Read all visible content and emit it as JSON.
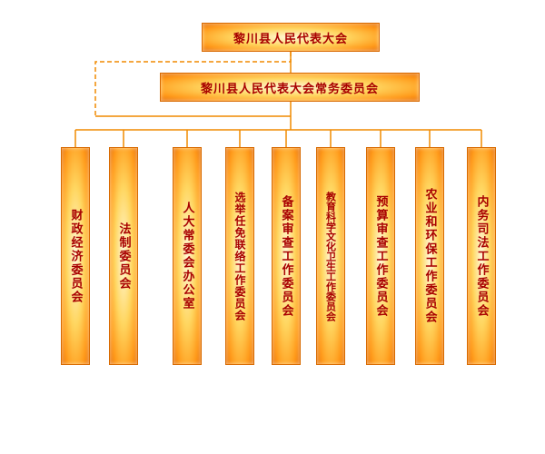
{
  "org": {
    "congress": "黎川县人民代表大会",
    "standing_committee": "黎川县人民代表大会常务委员会",
    "committees": [
      "财政经济委员会",
      "法制委员会",
      "人大常委会办公室",
      "选举任免联络工作委员会",
      "备案审查工作委员会",
      "教育科学文化卫生工作委员会",
      "预算审查工作委员会",
      "农业和环保工作委员会",
      "内务司法工作委员会"
    ]
  },
  "colors": {
    "line": "#f08a00",
    "text": "#a80000",
    "box_border": "#d86a00"
  }
}
